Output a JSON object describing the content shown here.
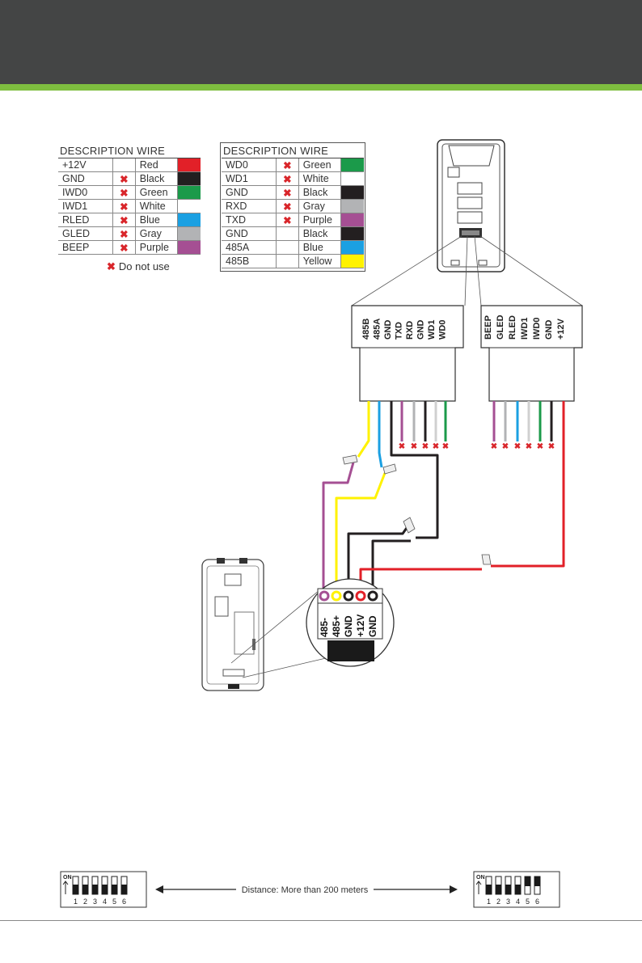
{
  "colors": {
    "red": "#e22028",
    "black": "#231f20",
    "green": "#1b9a4a",
    "white": "#ffffff",
    "blue": "#1ba0e2",
    "gray": "#b2b3b5",
    "purple": "#a54f93",
    "yellow": "#fff200",
    "header": "#444545",
    "accent": "#7ebe3f",
    "cross": "#d9262b"
  },
  "table1": {
    "headers": [
      "DESCRIPTION",
      "WIRE"
    ],
    "rows": [
      {
        "desc": "+12V",
        "x": "",
        "wire": "Red",
        "color": "#e22028"
      },
      {
        "desc": "GND",
        "x": "✖",
        "wire": "Black",
        "color": "#231f20"
      },
      {
        "desc": "IWD0",
        "x": "✖",
        "wire": "Green",
        "color": "#1b9a4a"
      },
      {
        "desc": "IWD1",
        "x": "✖",
        "wire": "White",
        "color": "#ffffff"
      },
      {
        "desc": "RLED",
        "x": "✖",
        "wire": "Blue",
        "color": "#1ba0e2"
      },
      {
        "desc": "GLED",
        "x": "✖",
        "wire": "Gray",
        "color": "#b2b3b5"
      },
      {
        "desc": "BEEP",
        "x": "✖",
        "wire": "Purple",
        "color": "#a54f93"
      }
    ],
    "note": "Do not use"
  },
  "table2": {
    "headers": [
      "DESCRIPTION",
      "WIRE"
    ],
    "rows": [
      {
        "desc": "WD0",
        "x": "✖",
        "wire": "Green",
        "color": "#1b9a4a"
      },
      {
        "desc": "WD1",
        "x": "✖",
        "wire": "White",
        "color": "#ffffff"
      },
      {
        "desc": "GND",
        "x": "✖",
        "wire": "Black",
        "color": "#231f20"
      },
      {
        "desc": "RXD",
        "x": "✖",
        "wire": "Gray",
        "color": "#b2b3b5"
      },
      {
        "desc": "TXD",
        "x": "✖",
        "wire": "Purple",
        "color": "#a54f93"
      },
      {
        "desc": "GND",
        "x": "",
        "wire": "Black",
        "color": "#231f20"
      },
      {
        "desc": "485A",
        "x": "",
        "wire": "Blue",
        "color": "#1ba0e2"
      },
      {
        "desc": "485B",
        "x": "",
        "wire": "Yellow",
        "color": "#fff200"
      }
    ]
  },
  "connector_left": [
    "485B",
    "485A",
    "GND",
    "TXD",
    "RXD",
    "GND",
    "WD1",
    "WD0"
  ],
  "connector_right": [
    "BEEP",
    "GLED",
    "RLED",
    "IWD1",
    "IWD0",
    "GND",
    "+12V"
  ],
  "terminal_labels": [
    "485-",
    "485+",
    "GND",
    "+12V",
    "GND"
  ],
  "dip_left": {
    "on_label": "ON",
    "numbers": [
      "1",
      "2",
      "3",
      "4",
      "5",
      "6"
    ],
    "on_switches": []
  },
  "dip_right": {
    "on_label": "ON",
    "numbers": [
      "1",
      "2",
      "3",
      "4",
      "5",
      "6"
    ],
    "on_switches": [
      "5",
      "6"
    ]
  },
  "distance_label": "Distance: More than 200 meters",
  "cross_mark": "✖"
}
